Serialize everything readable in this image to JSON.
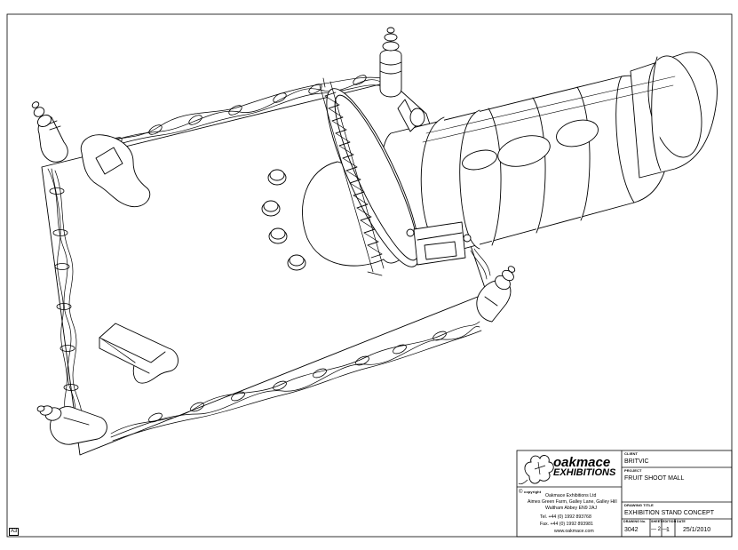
{
  "company": {
    "name_line1": "oakmace",
    "name_line2": "EXHIBITIONS",
    "copyright_label": "copyright",
    "address_lines": [
      "Oakmace Exhibitions Ltd",
      "Aimes Green Farm, Galley Lane, Galley Hill",
      "Waltham Abbey EN9 2AJ"
    ],
    "tel": "Tel. +44 (0) 1992 893768",
    "fax": "Fax. +44 (0) 1992 893981",
    "web": "www.oakmace.com"
  },
  "title_block": {
    "client_label": "CLIENT",
    "client": "BRITVIC",
    "project_label": "PROJECT",
    "project": "FRUIT SHOOT MALL",
    "drawing_title_label": "DRAWING TITLE",
    "drawing_title": "EXHIBITION STAND CONCEPT",
    "drawing_no_label": "DRAWING No.",
    "drawing_no": "3042",
    "sheet_label": "SHEET",
    "sheet": "— 2 —",
    "edition_label": "EDITION",
    "edition": "1",
    "date_label": "DATE",
    "date": "25/1/2010"
  },
  "sheet_size": "A3",
  "colors": {
    "line": "#000000",
    "paper": "#ffffff"
  }
}
